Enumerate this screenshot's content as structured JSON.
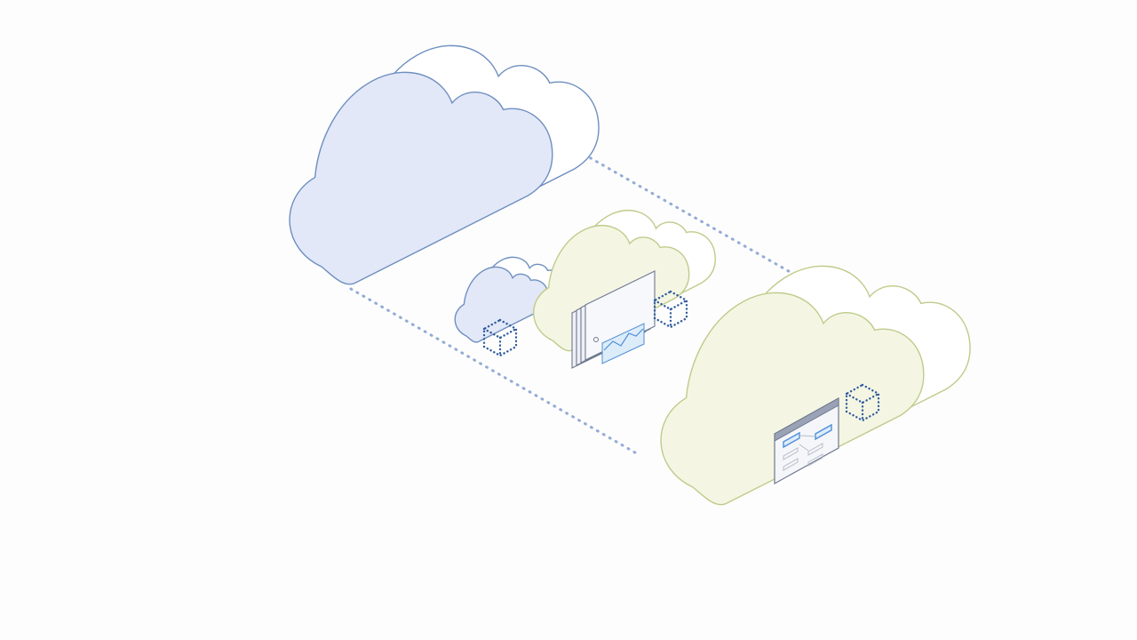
{
  "diagram": {
    "colors": {
      "background": "#fdfdfd",
      "blue_stroke": "#6f8fc0",
      "blue_fill": "#e2e8f8",
      "green_stroke": "#bfcb8a",
      "green_fill": "#f4f6e3",
      "connector_dots": "#93abd6",
      "cube_dots": "#2f5b9e",
      "panel_fill": "#eef0f5",
      "panel_stroke": "#6f7890",
      "screen_accent": "#4f8fd8",
      "screen_fill": "#dcecf9"
    },
    "clouds": [
      {
        "id": "large-blue-cloud",
        "color": "blue"
      },
      {
        "id": "small-blue-cloud",
        "color": "blue"
      },
      {
        "id": "medium-green-cloud",
        "color": "green"
      },
      {
        "id": "large-green-cloud",
        "color": "green"
      }
    ],
    "icons": [
      "dashboard-stack-icon",
      "workflow-window-icon",
      "cube-icon"
    ]
  }
}
